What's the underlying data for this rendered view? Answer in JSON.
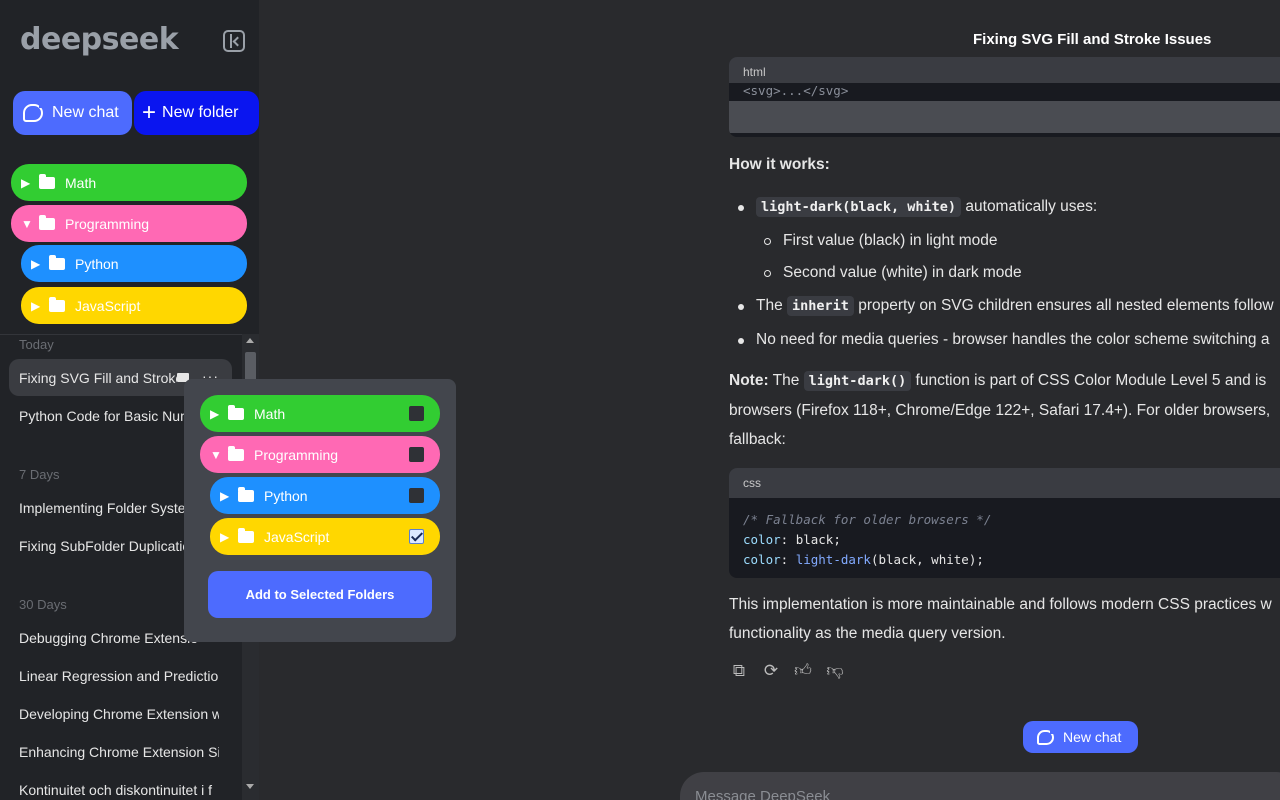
{
  "sidebar": {
    "logo": "deepseek",
    "new_chat_label": "New chat",
    "new_folder_label": "New folder",
    "folders": [
      {
        "name": "Math",
        "color": "#32cd32",
        "expanded": false
      },
      {
        "name": "Programming",
        "color": "#ff69b4",
        "expanded": true
      },
      {
        "name": "Python",
        "color": "#1e90ff",
        "expanded": false
      },
      {
        "name": "JavaScript",
        "color": "#ffd700",
        "expanded": false
      }
    ],
    "sections": {
      "today": "Today",
      "seven_days": "7 Days",
      "thirty_days": "30 Days"
    },
    "chats": [
      "Fixing SVG Fill and Stroke",
      "Python Code for Basic Num",
      "Implementing Folder Syste",
      "Fixing SubFolder Duplicatio",
      "Debugging Chrome Extensio",
      "Linear Regression and Prediction",
      "Developing Chrome Extension w",
      "Enhancing Chrome Extension Sic",
      "Kontinuitet och diskontinuitet i f"
    ]
  },
  "popup": {
    "folders": [
      {
        "name": "Math",
        "checked": false
      },
      {
        "name": "Programming",
        "checked": false
      },
      {
        "name": "Python",
        "checked": false
      },
      {
        "name": "JavaScript",
        "checked": true
      }
    ],
    "add_button": "Add to Selected Folders"
  },
  "main": {
    "title": "Fixing SVG Fill and Stroke Issues",
    "code1": {
      "lang": "html",
      "line": "<svg>...</svg>"
    },
    "how_it_works": "How it works:",
    "b1_code": "light-dark(black, white)",
    "b1_text": "automatically uses:",
    "sub1": "First value (black) in light mode",
    "sub2": "Second value (white) in dark mode",
    "b2_pre": "The",
    "b2_code": "inherit",
    "b2_text": "property on SVG children ensures all nested elements follow",
    "b3_text": "No need for media queries - browser handles the color scheme switching a",
    "note_label": "Note:",
    "note_pre": "The",
    "note_code": "light-dark()",
    "note_text1": "function is part of CSS Color Module Level 5 and is",
    "note_text2": "browsers (Firefox 118+, Chrome/Edge 122+, Safari 17.4+). For older browsers,",
    "note_text3": "fallback:",
    "code2": {
      "lang": "css",
      "comment": "/* Fallback for older browsers */",
      "l1_prop": "color",
      "l1_val": "black",
      "l2_prop": "color",
      "l2_fn": "light-dark",
      "l2_args": "black, white"
    },
    "closing1": "This implementation is more maintainable and follows modern CSS practices w",
    "closing2": "functionality as the media query version.",
    "new_chat_button": "New chat",
    "input_placeholder": "Message DeepSeek"
  }
}
